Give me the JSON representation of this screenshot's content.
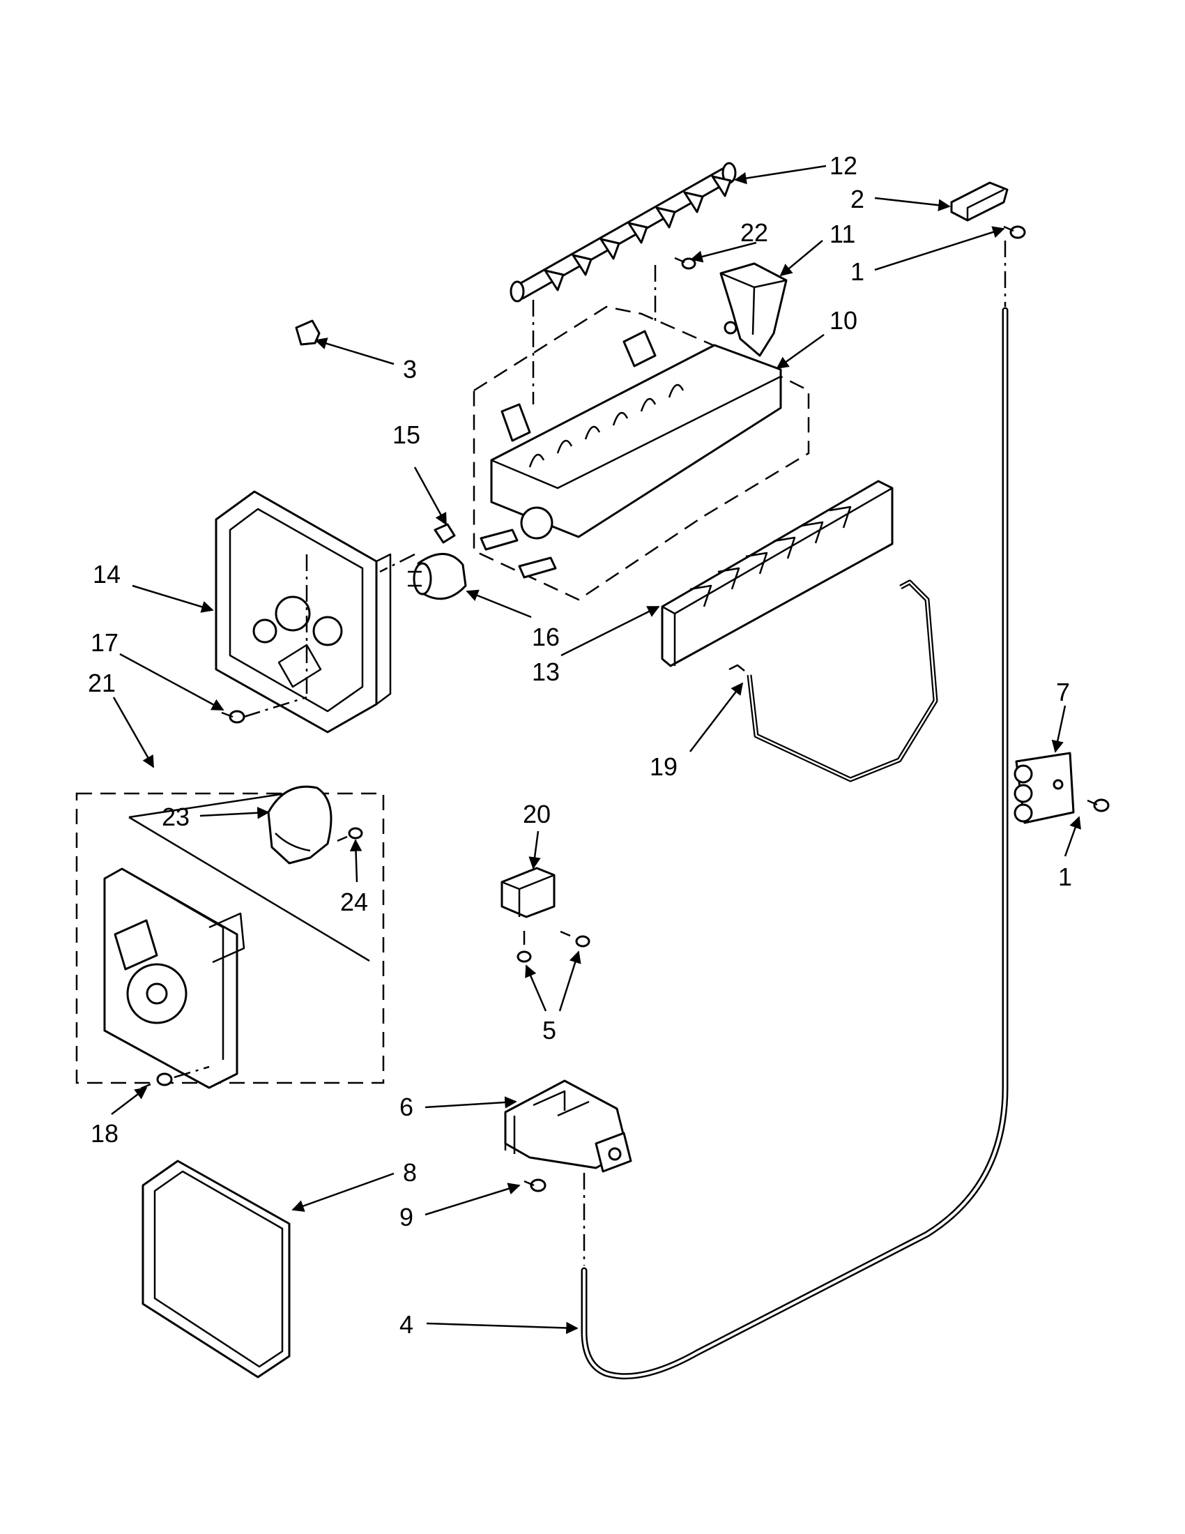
{
  "diagram": {
    "callouts": [
      {
        "id": "c12",
        "label": "12"
      },
      {
        "id": "c2",
        "label": "2"
      },
      {
        "id": "c22",
        "label": "22"
      },
      {
        "id": "c11",
        "label": "11"
      },
      {
        "id": "c1a",
        "label": "1"
      },
      {
        "id": "c3",
        "label": "3"
      },
      {
        "id": "c10",
        "label": "10"
      },
      {
        "id": "c15",
        "label": "15"
      },
      {
        "id": "c14",
        "label": "14"
      },
      {
        "id": "c16",
        "label": "16"
      },
      {
        "id": "c13",
        "label": "13"
      },
      {
        "id": "c17",
        "label": "17"
      },
      {
        "id": "c21",
        "label": "21"
      },
      {
        "id": "c19",
        "label": "19"
      },
      {
        "id": "c7",
        "label": "7"
      },
      {
        "id": "c20",
        "label": "20"
      },
      {
        "id": "c23",
        "label": "23"
      },
      {
        "id": "c24",
        "label": "24"
      },
      {
        "id": "c1b",
        "label": "1"
      },
      {
        "id": "c5",
        "label": "5"
      },
      {
        "id": "c6",
        "label": "6"
      },
      {
        "id": "c18",
        "label": "18"
      },
      {
        "id": "c8",
        "label": "8"
      },
      {
        "id": "c9",
        "label": "9"
      },
      {
        "id": "c4",
        "label": "4"
      }
    ]
  }
}
